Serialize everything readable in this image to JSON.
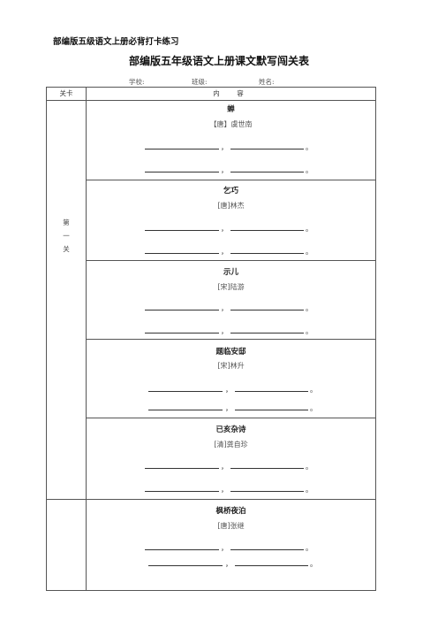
{
  "header": {
    "top_title": "部编版五级语文上册必背打卡练习",
    "main_title": "部编版五年级语文上册课文默写闯关表",
    "school_label": "学校:",
    "class_label": "班级:",
    "name_label": "姓名:"
  },
  "table": {
    "col_level": "关卡",
    "col_content": "内　容",
    "levels": [
      {
        "chars": [
          "第",
          "一",
          "关"
        ]
      }
    ],
    "poems": [
      {
        "title": "蝉",
        "author": "【唐】虞世南",
        "comma": "，",
        "period": "。"
      },
      {
        "title": "乞巧",
        "author": "[唐]林杰",
        "comma": "，",
        "period": "。"
      },
      {
        "title": "示儿",
        "author": "[宋]陆游",
        "comma": "，",
        "period": "。"
      },
      {
        "title": "题临安邸",
        "author": "[宋]林升",
        "comma": "，",
        "period": "。"
      },
      {
        "title": "已亥杂诗",
        "author": "[清]龚自珍",
        "comma": "，",
        "period": "。"
      },
      {
        "title": "枫桥夜泊",
        "author": "[唐]张继",
        "comma": "，",
        "period": "。"
      }
    ]
  }
}
